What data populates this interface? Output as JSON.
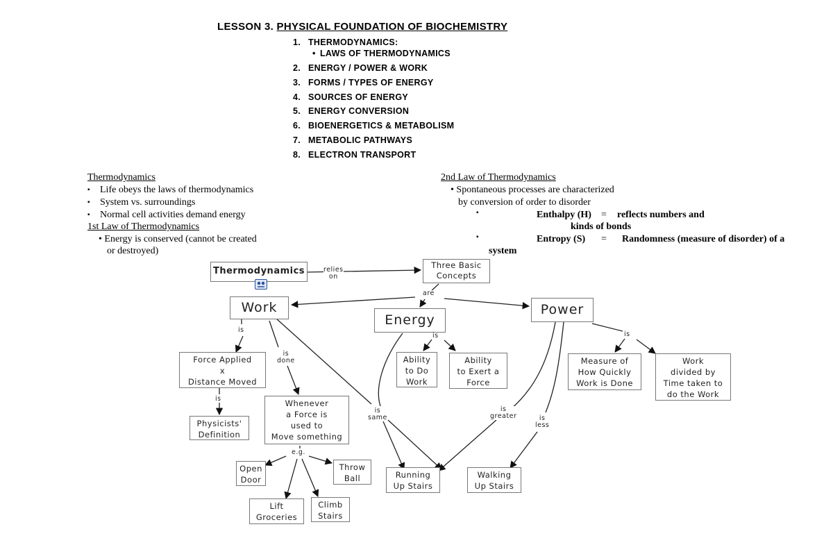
{
  "header": {
    "lesson_label": "LESSON 3.",
    "lesson_title": "PHYSICAL FOUNDATION OF BIOCHEMISTRY"
  },
  "toc": {
    "items": [
      {
        "num": "1.",
        "text": "THERMODYNAMICS:"
      },
      {
        "num": "•",
        "text": "LAWS OF THERMODYNAMICS"
      },
      {
        "num": "2.",
        "text": "ENERGY / POWER & WORK"
      },
      {
        "num": "3.",
        "text": "FORMS / TYPES OF ENERGY"
      },
      {
        "num": "4.",
        "text": "SOURCES OF ENERGY"
      },
      {
        "num": "5.",
        "text": "ENERGY CONVERSION"
      },
      {
        "num": "6.",
        "text": "BIOENERGETICS & METABOLISM"
      },
      {
        "num": "7.",
        "text": "METABOLIC PATHWAYS"
      },
      {
        "num": "8.",
        "text": "ELECTRON TRANSPORT"
      }
    ]
  },
  "left_notes": {
    "heading": "Thermodynamics",
    "bullets": [
      "Life obeys the laws of thermodynamics",
      "System vs. surroundings",
      "Normal cell activities demand energy"
    ],
    "first_law_heading": "1st Law of Thermodynamics",
    "first_law_line1": "• Energy is conserved (cannot be created",
    "first_law_line2": "or destroyed)"
  },
  "right_notes": {
    "heading": "2nd Law of Thermodynamics",
    "line1": "• Spontaneous processes are characterized",
    "line2": "by conversion of order to disorder",
    "enthalpy_term": "Enthalpy (H)",
    "enthalpy_eq": "=",
    "enthalpy_def": "reflects numbers and",
    "enthalpy_def2": "kinds of bonds",
    "entropy_term": "Entropy (S)",
    "entropy_eq": "=",
    "entropy_def": "Randomness (measure of disorder) of a",
    "entropy_def2": "system",
    "bullet_glyph": "▪"
  },
  "concept_map": {
    "nodes": {
      "thermodynamics": "Thermodynamics",
      "three_basic": [
        "Three Basic",
        "Concepts"
      ],
      "work": "Work",
      "energy": "Energy",
      "power": "Power",
      "force_applied": [
        "Force Applied",
        "x",
        "Distance Moved"
      ],
      "physicists": [
        "Physicists'",
        "Definition"
      ],
      "whenever": [
        "Whenever",
        "a Force is",
        "used to",
        "Move something"
      ],
      "open_door": [
        "Open",
        "Door"
      ],
      "throw_ball": [
        "Throw",
        "Ball"
      ],
      "lift_groceries": [
        "Lift",
        "Groceries"
      ],
      "climb_stairs": [
        "Climb",
        "Stairs"
      ],
      "ability_do": [
        "Ability",
        "to Do",
        "Work"
      ],
      "ability_exert": [
        "Ability",
        "to Exert a",
        "Force"
      ],
      "measure": [
        "Measure of",
        "How Quickly",
        "Work is Done"
      ],
      "work_divided": [
        "Work",
        "divided by",
        "Time taken to",
        "do the Work"
      ],
      "running": [
        "Running",
        "Up Stairs"
      ],
      "walking": [
        "Walking",
        "Up Stairs"
      ]
    },
    "links": {
      "relies_on": [
        "relies",
        "on"
      ],
      "are": "are",
      "is_work": "is",
      "is_done": [
        "is",
        "done"
      ],
      "is_def": "is",
      "eg": "e.g.",
      "is_energy": "is",
      "is_power": "is",
      "is_same": [
        "is",
        "same"
      ],
      "is_greater": [
        "is",
        "greater"
      ],
      "is_less": [
        "is",
        "less"
      ]
    },
    "icon": "map-cluster-icon"
  }
}
